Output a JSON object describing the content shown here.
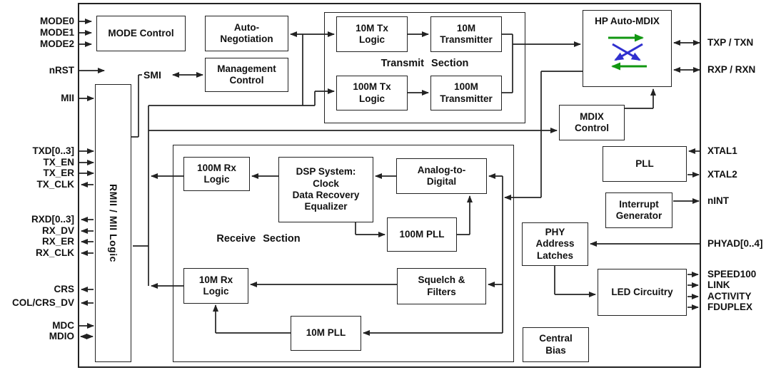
{
  "colors": {
    "line": "#222222",
    "green": "#119711",
    "blue": "#3030cf"
  },
  "chip": {
    "sections": {
      "transmit": {
        "label": "Transmit Section"
      },
      "receive": {
        "label": "Receive Section"
      }
    },
    "blocks": {
      "mode_control": {
        "label": "MODE Control"
      },
      "auto_negotiation": {
        "label": "Auto-\nNegotiation"
      },
      "management_control": {
        "label": "Management\nControl"
      },
      "tx10m_logic": {
        "label": "10M Tx\nLogic"
      },
      "tx10m_transmitter": {
        "label": "10M\nTransmitter"
      },
      "tx100m_logic": {
        "label": "100M Tx\nLogic"
      },
      "tx100m_transmitter": {
        "label": "100M\nTransmitter"
      },
      "hp_auto_mdix": {
        "label": "HP Auto-MDIX"
      },
      "mdix_control": {
        "label": "MDIX\nControl"
      },
      "pll": {
        "label": "PLL"
      },
      "interrupt_generator": {
        "label": "Interrupt\nGenerator"
      },
      "phy_address_latches": {
        "label": "PHY\nAddress\nLatches"
      },
      "led_circuitry": {
        "label": "LED Circuitry"
      },
      "central_bias": {
        "label": "Central\nBias"
      },
      "rmii_mii_logic": {
        "label": "RMII / MII Logic"
      },
      "rx100m_logic": {
        "label": "100M Rx\nLogic"
      },
      "dsp_system": {
        "label": "DSP System:\nClock\nData Recovery\nEqualizer"
      },
      "analog_to_digital": {
        "label": "Analog-to-\nDigital"
      },
      "pll_100m": {
        "label": "100M PLL"
      },
      "rx10m_logic": {
        "label": "10M Rx\nLogic"
      },
      "squelch_filters": {
        "label": "Squelch &\nFilters"
      },
      "pll_10m": {
        "label": "10M PLL"
      }
    },
    "net_labels": {
      "smi": "SMI"
    }
  },
  "pins_left": [
    "MODE0",
    "MODE1",
    "MODE2",
    "nRST",
    "MII",
    "TXD[0..3]",
    "TX_EN",
    "TX_ER",
    "TX_CLK",
    "RXD[0..3]",
    "RX_DV",
    "RX_ER",
    "RX_CLK",
    "CRS",
    "COL/CRS_DV",
    "MDC",
    "MDIO"
  ],
  "pins_right": [
    "TXP / TXN",
    "RXP / RXN",
    "XTAL1",
    "XTAL2",
    "nINT",
    "PHYAD[0..4]",
    "SPEED100",
    "LINK",
    "ACTIVITY",
    "FDUPLEX"
  ]
}
